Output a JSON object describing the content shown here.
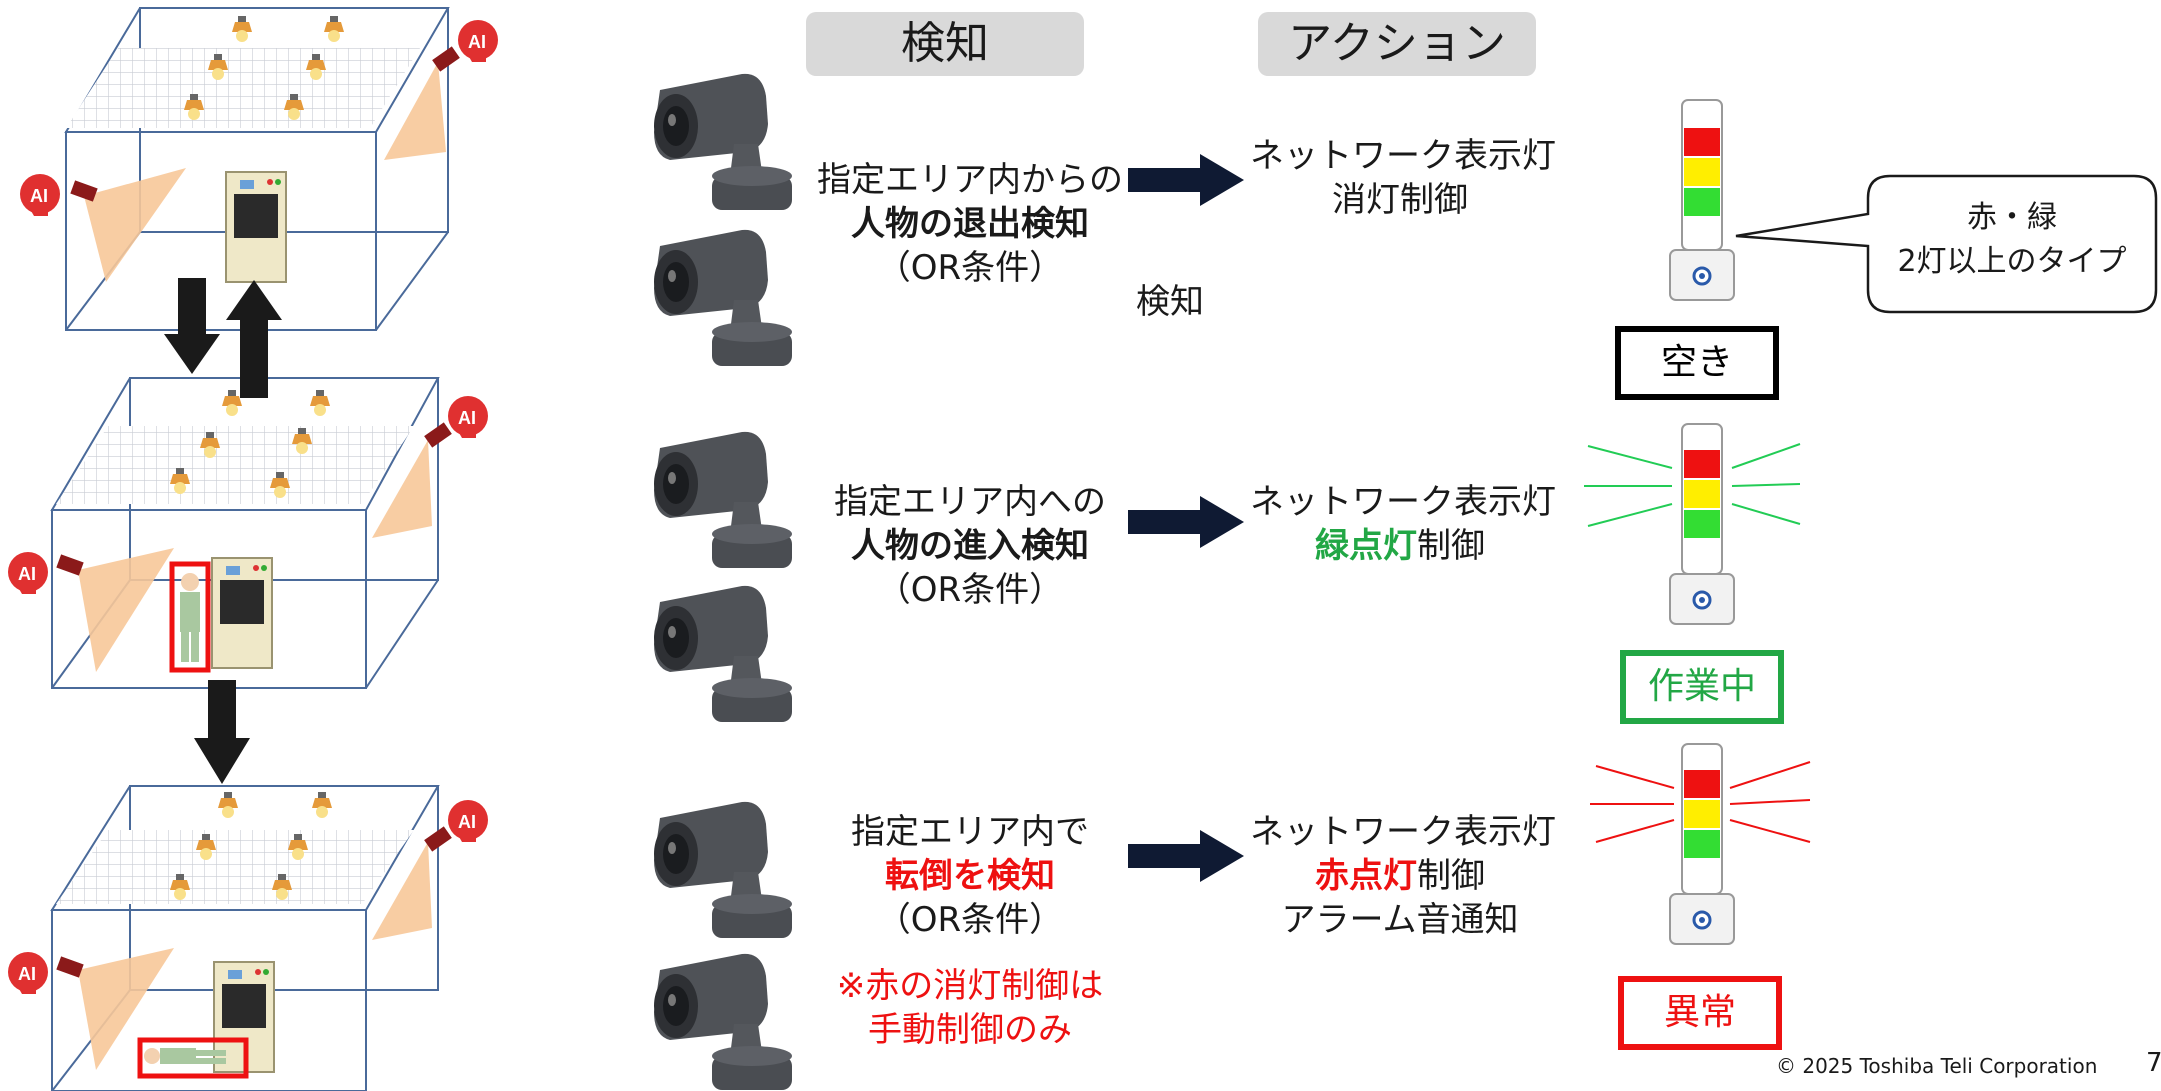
{
  "header": {
    "detect": "検知",
    "action": "アクション"
  },
  "rows": [
    {
      "detect_line1": "指定エリア内からの",
      "detect_line2": "人物の退出検知",
      "detect_line3": "（OR条件）",
      "action_line1": "ネットワーク表示灯",
      "action_line2": "消灯制御",
      "status": "空き",
      "status_color": "#000000"
    },
    {
      "detect_line1": "指定エリア内への",
      "detect_line2": "人物の進入検知",
      "detect_line3": "（OR条件）",
      "action_line1": "ネットワーク表示灯",
      "action_line2_highlight": "緑点灯",
      "action_line2_rest": "制御",
      "status": "作業中",
      "status_color": "#22a745"
    },
    {
      "detect_line1": "指定エリア内で",
      "detect_line2": "転倒を検知",
      "detect_line3": "（OR条件）",
      "action_line1": "ネットワーク表示灯",
      "action_line2_highlight": "赤点灯",
      "action_line2_rest": "制御",
      "action_line3": "アラーム音通知",
      "note_line1": "※赤の消灯制御は",
      "note_line2": "手動制御のみ",
      "status": "異常",
      "status_color": "#ee1111"
    }
  ],
  "stray_label": "検知",
  "callout": {
    "line1": "赤・緑",
    "line2": "2灯以上のタイプ"
  },
  "ai_badge": "AI",
  "footer": {
    "copyright": "© 2025 Toshiba Teli Corporation",
    "page": "7"
  },
  "colors": {
    "red": "#ee1111",
    "green": "#22a745",
    "yellow": "#ffee00",
    "cone": "#f7c899",
    "box_edge": "#4a6a9a"
  }
}
